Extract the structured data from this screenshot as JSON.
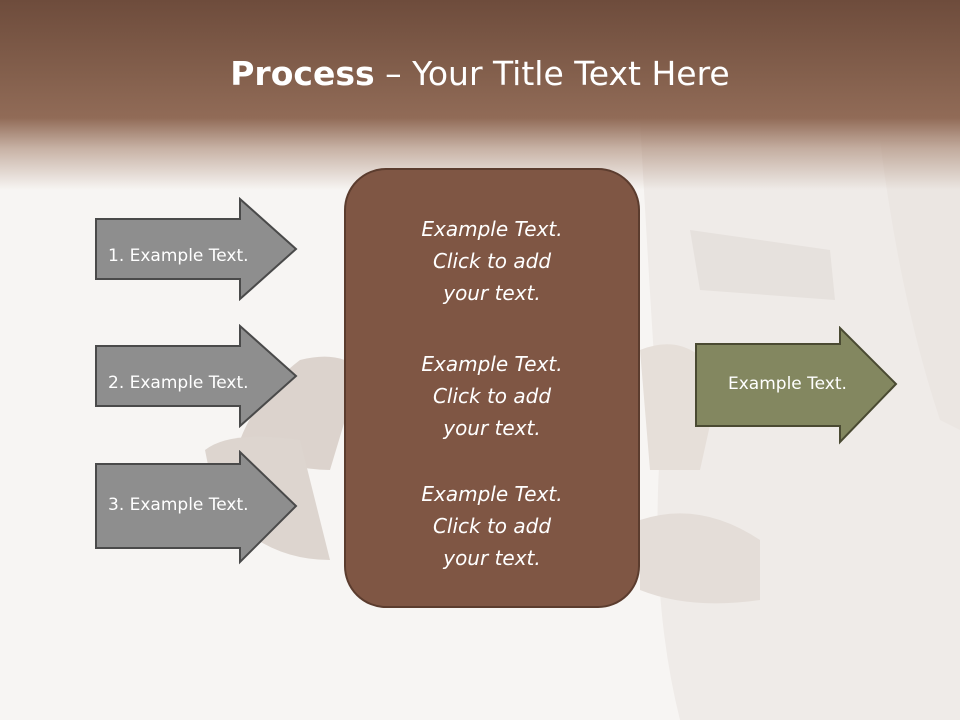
{
  "slide": {
    "title_bold": "Process",
    "title_rest": " – Your Title Text Here"
  },
  "left_arrows": [
    {
      "label": "1. Example Text."
    },
    {
      "label": "2. Example Text."
    },
    {
      "label": "3. Example Text."
    }
  ],
  "center_box": {
    "blocks": [
      {
        "line1": "Example Text.",
        "line2": "Click  to add",
        "line3": "your text."
      },
      {
        "line1": "Example Text.",
        "line2": "Click  to add",
        "line3": "your text."
      },
      {
        "line1": "Example Text.",
        "line2": "Click  to add",
        "line3": "your text."
      }
    ]
  },
  "right_arrow": {
    "label": "Example Text."
  },
  "colors": {
    "header": "#84604d",
    "left_arrow_fill": "#8e8e8e",
    "center_fill": "#7f5644",
    "right_arrow_fill": "#838760"
  }
}
